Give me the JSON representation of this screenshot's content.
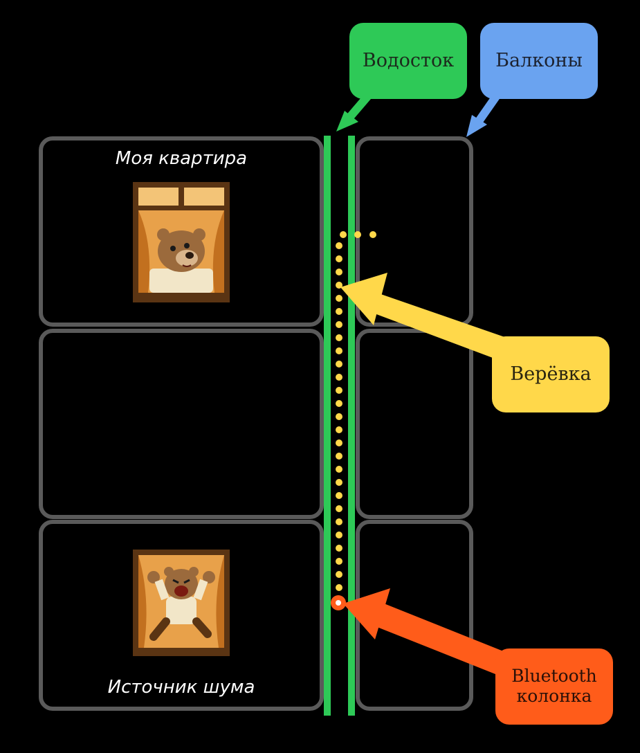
{
  "labels": {
    "my_apartment": "Моя квартира",
    "noise_source": "Источник шума"
  },
  "callouts": {
    "drainpipe": "Водосток",
    "balconies": "Балконы",
    "rope": "Верёвка",
    "speaker": "Bluetooth колонка"
  },
  "colors": {
    "drainpipe": "#2ec957",
    "balconies": "#6aa3f0",
    "rope": "#ffd84a",
    "speaker": "#ff5c1a",
    "box_border": "#5a5a5a"
  },
  "icons": {
    "top_window": "calm-bear-in-window-icon",
    "bottom_window": "angry-bear-in-window-icon"
  }
}
